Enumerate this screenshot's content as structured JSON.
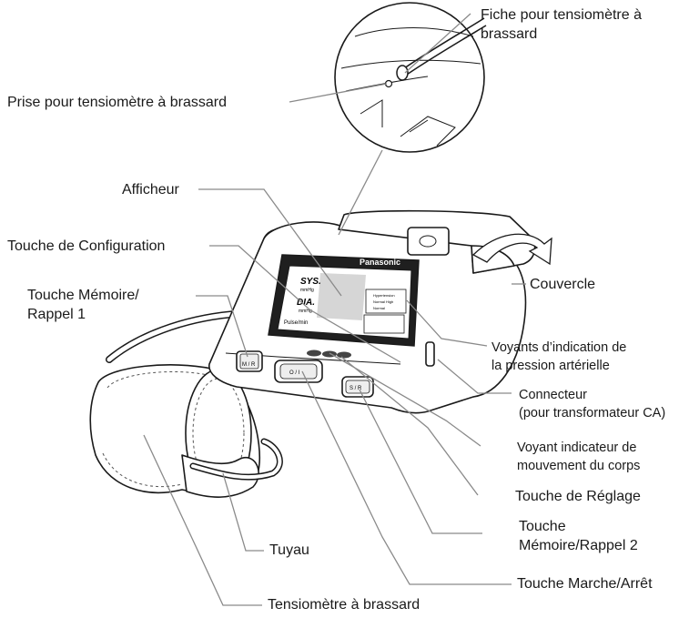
{
  "brand": "Panasonic",
  "display": {
    "sys": "SYS.",
    "dia": "DIA.",
    "unit": "mmHg",
    "pulse": "Pulse/min",
    "status_lines": [
      "Hypertension",
      "Normal High",
      "Normal"
    ]
  },
  "buttons": {
    "memory1": "M / R",
    "power": "O / I",
    "set": "S / R"
  },
  "labels": {
    "plug": "Fiche pour tensiomètre à\nbrassard",
    "socket": "Prise pour tensiomètre à brassard",
    "display": "Afficheur",
    "config": "Touche de Configuration",
    "memory1": "Touche Mémoire/\nRappel 1",
    "cover": "Couvercle",
    "bp_lights": "Voyants d’indication de\nla pression artérielle",
    "connector": "Connecteur\n(pour transformateur CA)",
    "body_motion": "Voyant indicateur de\nmouvement du corps",
    "adjust": "Touche de Réglage",
    "memory2": "Touche\nMémoire/Rappel 2",
    "hose": "Tuyau",
    "power": "Touche Marche/Arrêt",
    "cuff": "Tensiomètre à brassard"
  }
}
